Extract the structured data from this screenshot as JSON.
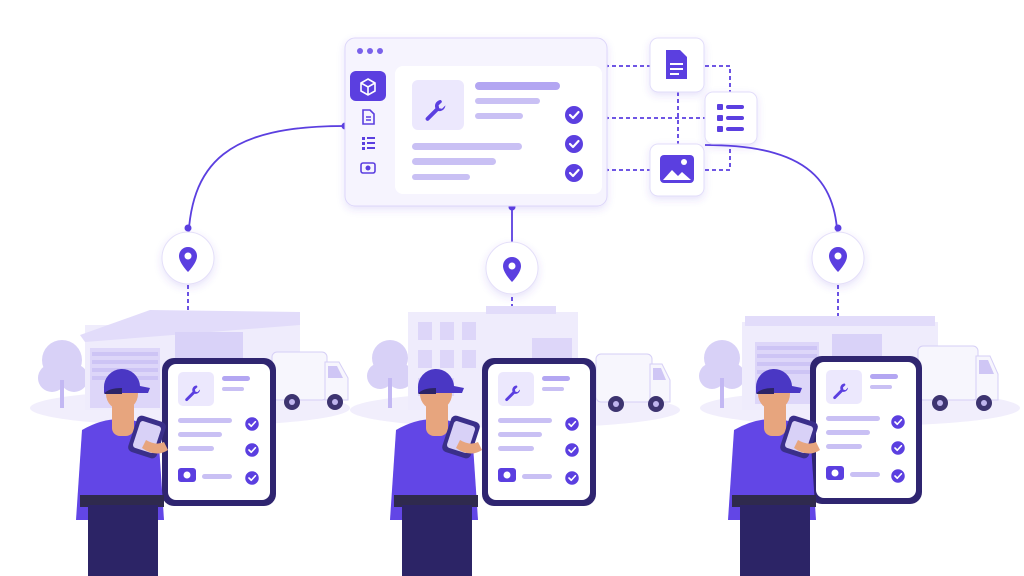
{
  "colors": {
    "accent": "#5b3fe0",
    "accent_dark": "#3f2aa8",
    "lavender": "#e9e5fb",
    "lavender_mid": "#c9c0f4",
    "lavender_light": "#f4f2fd",
    "skin": "#e7a57e",
    "uniform": "#6246e6",
    "pants": "#2c2466"
  },
  "central_panel": {
    "sidebar_icons": [
      "box-icon",
      "document-icon",
      "checklist-icon",
      "camera-icon"
    ],
    "hero_icon": "wrench-icon",
    "check_rows": 3
  },
  "floating_cards": [
    "document-icon",
    "checklist-icon",
    "image-icon"
  ],
  "locations": [
    {
      "pin_icon": "location-pin-icon",
      "building": "warehouse",
      "tablet_icon": "wrench-icon"
    },
    {
      "pin_icon": "location-pin-icon",
      "building": "office",
      "tablet_icon": "wrench-icon"
    },
    {
      "pin_icon": "location-pin-icon",
      "building": "warehouse",
      "tablet_icon": "wrench-icon"
    }
  ]
}
